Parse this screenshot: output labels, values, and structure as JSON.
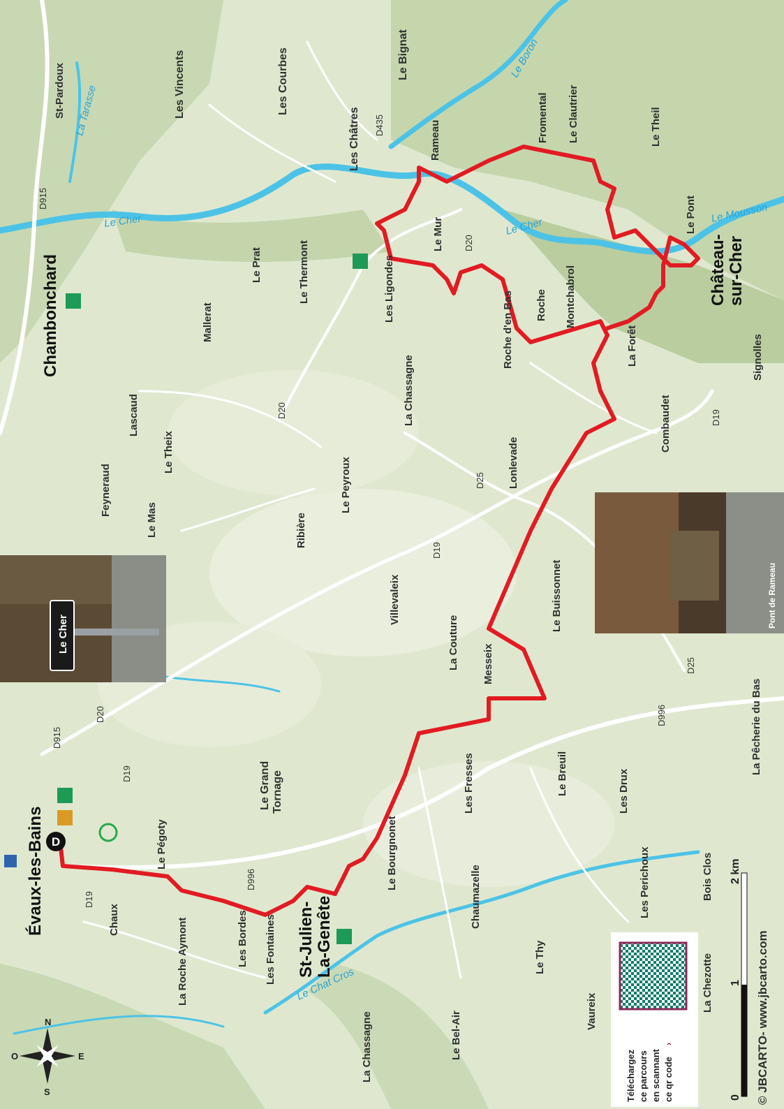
{
  "places": {
    "st_pardoux": "St-Pardoux",
    "les_vincents": "Les Vincents",
    "les_courbes": "Les Courbes",
    "le_bignat": "Le Bignat",
    "les_chatres": "Les Châtres",
    "rameau": "Rameau",
    "fromental": "Fromental",
    "le_clautrier": "Le Clautrier",
    "le_theil": "Le Theil",
    "le_pont": "Le Pont",
    "le_mur": "Le Mur",
    "les_ligondes": "Les Ligondes",
    "le_thermont": "Le Thermont",
    "le_prat": "Le Prat",
    "mallerat": "Mallerat",
    "roche_den_bas": "Roche d'en Bas",
    "roche": "Roche",
    "montchabrol": "Montchabrol",
    "la_foret": "La Forêt",
    "signolles": "Signolles",
    "combaudet": "Combaudet",
    "la_chassagne_n": "La Chassagne",
    "lonlevade": "Lonlevade",
    "lascaud": "Lascaud",
    "le_theix": "Le Theix",
    "feyneraud": "Feyneraud",
    "le_mas": "Le Mas",
    "ribiere": "Ribière",
    "le_peyroux": "Le Peyroux",
    "villevaleix": "Villevaleix",
    "le_buissonnet": "Le Buissonnet",
    "la_couture": "La Couture",
    "messeix": "Messeix",
    "le_grand_tornage_1": "Le Grand",
    "le_grand_tornage_2": "Tornage",
    "les_fresses": "Les Fresses",
    "le_breuil": "Le Breuil",
    "les_drux": "Les Drux",
    "la_pecherie": "La Pêcherie du Bas",
    "le_pegoty": "Le Pégoty",
    "chaux": "Chaux",
    "la_roche_aymont": "La Roche Aymont",
    "les_bordes": "Les Bordes",
    "les_fontaines": "Les Fontaines",
    "le_bourgnonet": "Le Bourgnonet",
    "chaumazelle": "Chaumazelle",
    "les_perichoux": "Les Perichoux",
    "bois_clos": "Bois Clos",
    "la_chassagne_s": "La Chassagne",
    "le_bel_air": "Le Bel-Air",
    "le_thy": "Le Thy",
    "vaureix": "Vaureix",
    "la_chezotte": "La Chezotte"
  },
  "towns": {
    "chambonchard": "Chambonchard",
    "chateau_1": "Château-",
    "chateau_2": "sur-Cher",
    "evaux": "Évaux-les-Bains",
    "st_julien_1": "St-Julien-",
    "st_julien_2": "La-Genête"
  },
  "roads": {
    "d915_n": "D915",
    "d435": "D435",
    "d20_n": "D20",
    "d20_c": "D20",
    "d25_n": "D25",
    "d19_c": "D19",
    "d19_e": "D19",
    "d25_s": "D25",
    "d996_e": "D996",
    "d996_w": "D996",
    "d20_w": "D20",
    "d915_w": "D915",
    "d19_w": "D19",
    "d19_sw": "D19"
  },
  "rivers": {
    "la_tarasse": "La Tarasse",
    "le_boron": "Le Boron",
    "le_cher_w": "Le Cher",
    "le_cher_e": "Le Cher",
    "le_mousson": "Le Mousson",
    "le_chat_cros": "Le Chat Cros"
  },
  "start_marker": "D",
  "photos": {
    "sign_text": "Le Cher",
    "caption": "Pont de Rameau"
  },
  "qr": {
    "line1": "Téléchargez",
    "line2": "ce parcours",
    "line3": "en scannant",
    "line4": "ce qr code"
  },
  "scale": {
    "zero": "0",
    "one": "1",
    "two": "2 km"
  },
  "credit": "© JBCARTO- www.jbcarto.com",
  "compass": {
    "n": "N",
    "e": "E",
    "s": "S",
    "o": "O"
  },
  "colors": {
    "route": "#e21b23",
    "river": "#4cc3e6",
    "land": "#dfe8cf",
    "road": "#ffffff"
  }
}
